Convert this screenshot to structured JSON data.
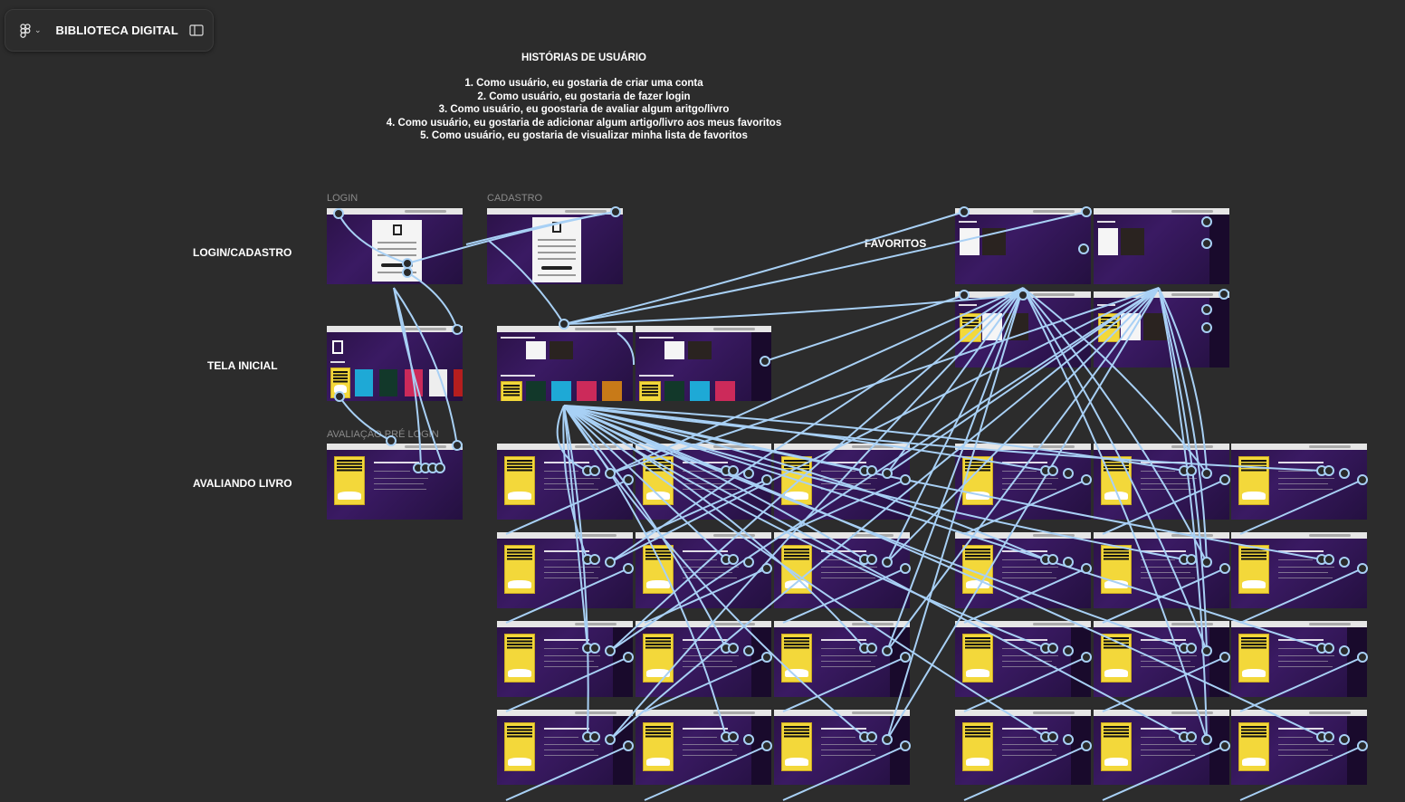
{
  "app": {
    "file_title": "BIBLIOTECA DIGITAL"
  },
  "icons": {
    "logo": "figma-logo-icon",
    "menu": "chevron-down-icon",
    "panel": "sidebar-panel-icon"
  },
  "stories": {
    "title": "HISTÓRIAS DE USUÁRIO",
    "items": [
      "1. Como usuário, eu gostaria de criar uma conta",
      "2. Como usuário, eu gostaria de fazer login",
      "3. Como usuário, eu goostaria de avaliar algum aritgo/livro",
      "4. Como usuário, eu gostaria de adicionar algum artigo/livro aos meus favoritos",
      "5. Como usuário, eu gostaria de visualizar minha lista de favoritos"
    ]
  },
  "sections": {
    "login_cadastro": "LOGIN/CADASTRO",
    "tela_inicial": "TELA INICIAL",
    "avaliando_livro": "AVALIANDO LIVRO",
    "favoritos": "FAVORITOS"
  },
  "frame_labels": {
    "login": "LOGIN",
    "cadastro": "CADASTRO",
    "avaliacao": "AVALIAÇÃO PRÉ LOGIN"
  },
  "colors": {
    "canvas": "#2c2c2c",
    "frame_purple": "#2b1247",
    "book_yellow": "#f3d83a",
    "prototype_wire": "#a8d0f5"
  }
}
